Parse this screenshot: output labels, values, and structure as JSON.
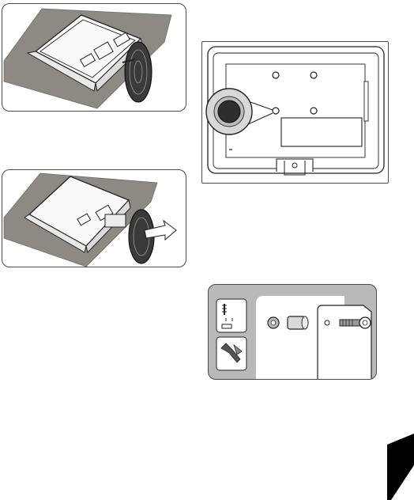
{
  "page": {
    "figures": [
      {
        "id": "fig-1",
        "description_icon": "tv-lying-face-down-with-stand-attached"
      },
      {
        "id": "fig-2",
        "description_icon": "tv-rear-panel-mount-highlight"
      },
      {
        "id": "fig-3",
        "description_icon": "stand-being-removed"
      },
      {
        "id": "fig-4",
        "description_icon": "wall-mount-screw-assembly"
      }
    ],
    "colors": {
      "line": "#2b2b2b",
      "cloth": "#8d8a84",
      "panel_grey": "#b9b9b9",
      "highlight_fill": "#d8d8d8",
      "tab": "#000000"
    }
  }
}
